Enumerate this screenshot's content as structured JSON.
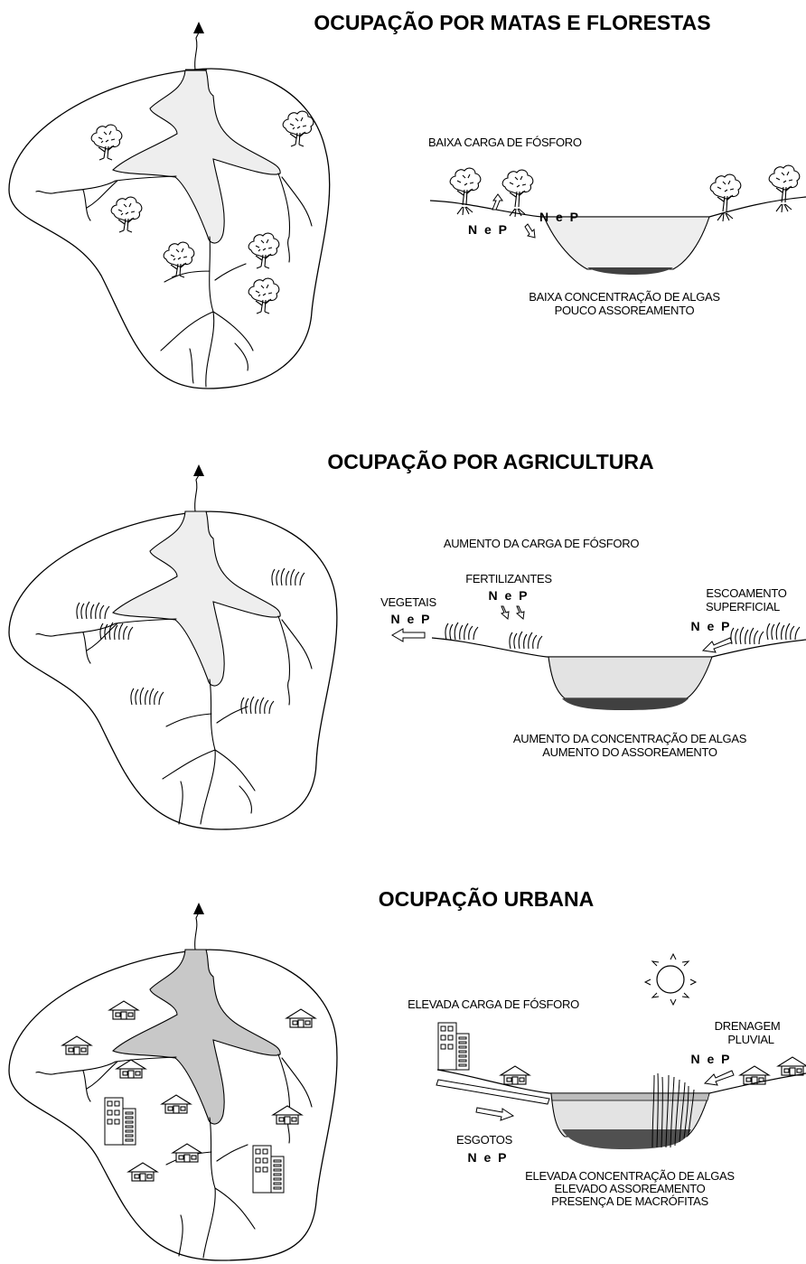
{
  "panels": [
    {
      "title": "OCUPAÇÃO POR MATAS E FLORESTAS",
      "load_label": "BAIXA CARGA DE FÓSFORO",
      "np_label_1": "N e P",
      "np_label_2": "N e P",
      "result_line_1": "BAIXA CONCENTRAÇÃO DE ALGAS",
      "result_line_2": "POUCO ASSOREAMENTO"
    },
    {
      "title": "OCUPAÇÃO POR AGRICULTURA",
      "load_label": "AUMENTO DA CARGA DE FÓSFORO",
      "fertilizers_label": "FERTILIZANTES",
      "fertilizers_np": "N e P",
      "vegetation_label": "VEGETAIS",
      "vegetation_np": "N e P",
      "runoff_label_1": "ESCOAMENTO",
      "runoff_label_2": "SUPERFICIAL",
      "runoff_np": "N e P",
      "result_line_1": "AUMENTO DA CONCENTRAÇÃO DE ALGAS",
      "result_line_2": "AUMENTO DO ASSOREAMENTO"
    },
    {
      "title": "OCUPAÇÃO URBANA",
      "load_label": "ELEVADA CARGA DE FÓSFORO",
      "drainage_label_1": "DRENAGEM",
      "drainage_label_2": "PLUVIAL",
      "drainage_np": "N e P",
      "sewage_label": "ESGOTOS",
      "sewage_np": "N e P",
      "result_line_1": "ELEVADA CONCENTRAÇÃO DE ALGAS",
      "result_line_2": "ELEVADO ASSOREAMENTO",
      "result_line_3": "PRESENÇA DE MACRÓFITAS"
    }
  ],
  "colors": {
    "lake_light": "#eeeeee",
    "lake_medium": "#e3e3e3",
    "lake_dark": "#c8c8c8",
    "sediment": "#404040",
    "sediment_light": "#707070"
  }
}
